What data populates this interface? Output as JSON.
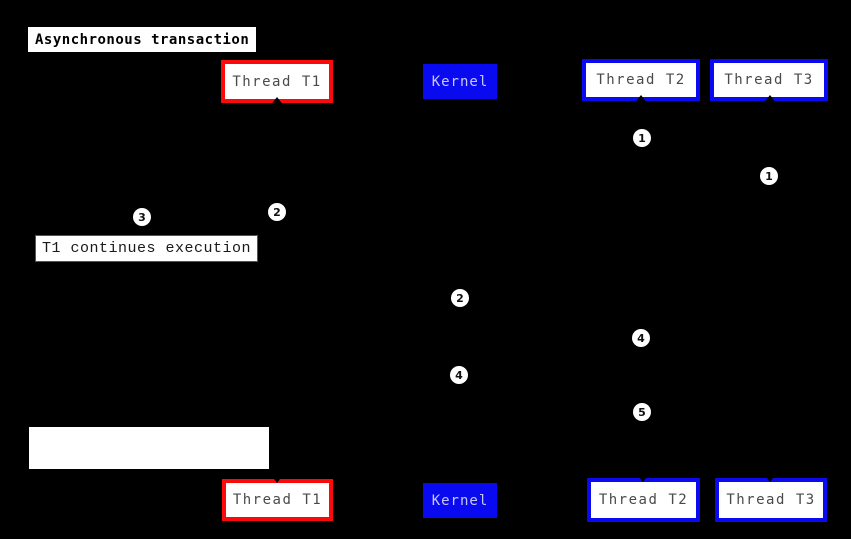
{
  "title": {
    "text": "Asynchronous transaction"
  },
  "participants": [
    {
      "id": "thread-t1",
      "label": "Thread T1",
      "style": "red-border"
    },
    {
      "id": "kernel",
      "label": "Kernel",
      "style": "blue-fill"
    },
    {
      "id": "thread-t2",
      "label": "Thread T2",
      "style": "blue-border"
    },
    {
      "id": "thread-t3",
      "label": "Thread T3",
      "style": "blue-border"
    }
  ],
  "badges": [
    {
      "label": "1"
    },
    {
      "label": "1"
    },
    {
      "label": "2"
    },
    {
      "label": "3"
    },
    {
      "label": "2"
    },
    {
      "label": "4"
    },
    {
      "label": "4"
    },
    {
      "label": "5"
    }
  ],
  "notes": [
    {
      "text": "T1 continues execution"
    },
    {
      "text": ""
    }
  ],
  "colors": {
    "background": "#000000",
    "red_accent": "#fa0a0a",
    "blue_accent": "#0a0af0",
    "kernel_text": "#c8c8f8",
    "participant_text": "#4a4a4a",
    "box_fill": "#ffffff"
  }
}
